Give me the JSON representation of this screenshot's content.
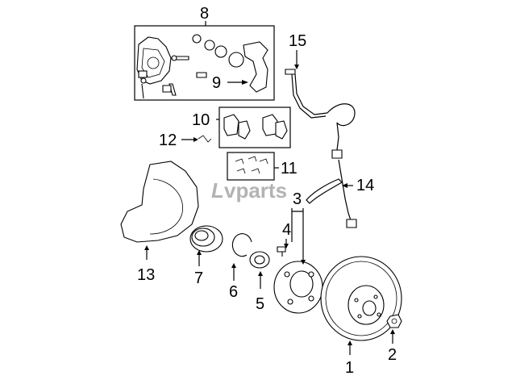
{
  "watermark": {
    "brand": "vparts",
    "logo_letter": "L"
  },
  "callouts": {
    "p1": "1",
    "p2": "2",
    "p3": "3",
    "p4": "4",
    "p5": "5",
    "p6": "6",
    "p7": "7",
    "p8": "8",
    "p9": "9",
    "p10": "10",
    "p11": "11",
    "p12": "12",
    "p13": "13",
    "p14": "14",
    "p15": "15"
  }
}
